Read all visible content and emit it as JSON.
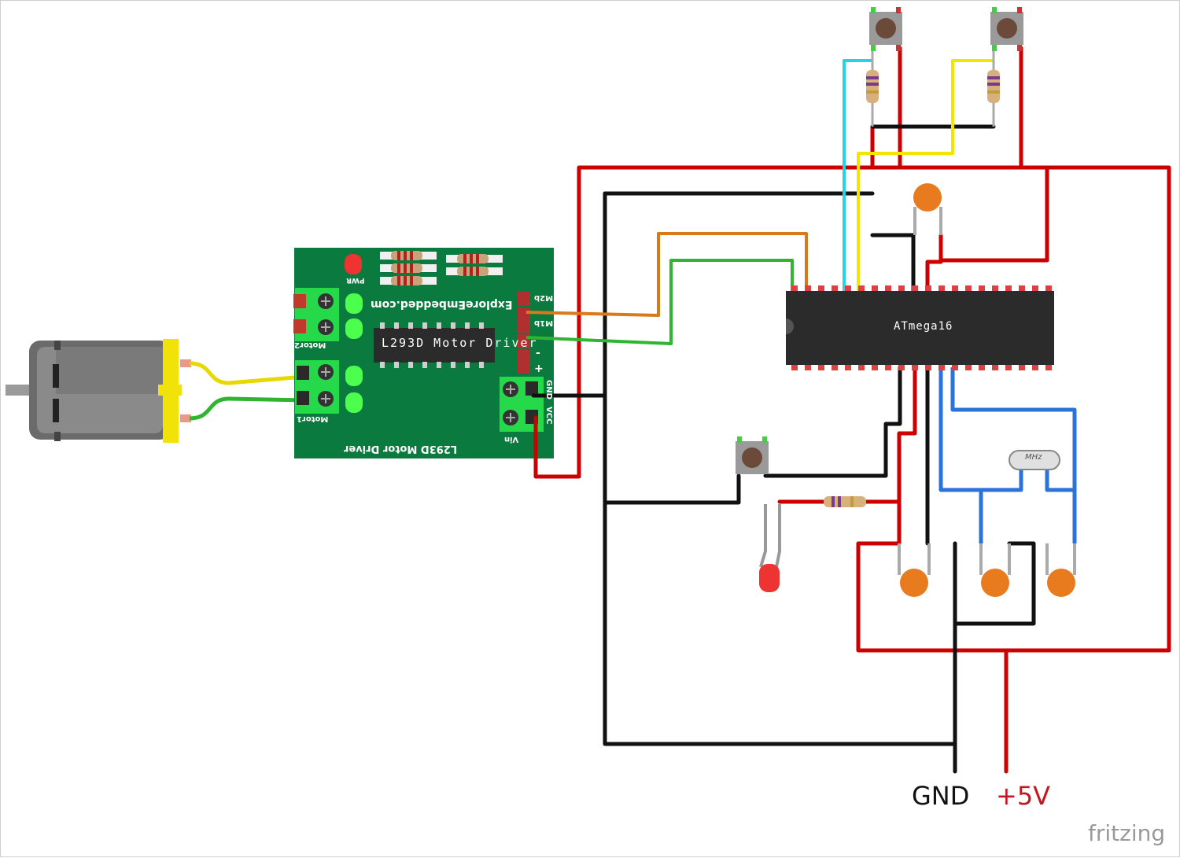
{
  "labels": {
    "gnd": "GND",
    "plus5v": "+5V",
    "watermark": "fritzing",
    "mcu": "ATmega16",
    "driver_chip": "L293D Motor Driver",
    "driver_site": "ExploreEmbedded.com",
    "driver_title": "L293D Motor Driver",
    "crystal": "MHz",
    "motor2": "Motor2",
    "motor1": "Motor1",
    "pwr": "PWR",
    "m2b": "M2b",
    "m1b": "M1b",
    "plus": "+",
    "minus": "-",
    "gnd_term": "GND",
    "vcc_term": "VCC",
    "vin_term": "Vin"
  },
  "colors": {
    "power_wire": "#cc0000",
    "ground_wire": "#111111",
    "board": "#0b7a3e",
    "chip": "#2b2b2b",
    "cap": "#e87b1e",
    "crystal_wire": "#2a73d9",
    "signal_orange": "#d97a1a",
    "signal_green": "#2fb52f",
    "signal_yellow": "#f2e600",
    "signal_cyan": "#25d3e6"
  }
}
